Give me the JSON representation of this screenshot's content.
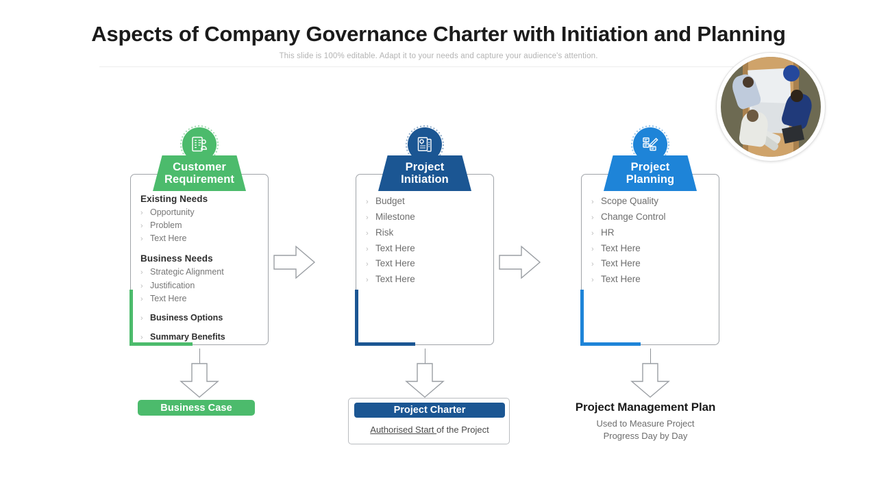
{
  "header": {
    "title": "Aspects of Company Governance Charter with Initiation and Planning",
    "subtitle": "This slide is 100% editable. Adapt it to your needs and capture your audience's attention."
  },
  "media": {
    "photo_name": "team-meeting-blueprints-photo"
  },
  "colors": {
    "green": "#4cbb6c",
    "navy": "#1b5693",
    "blue": "#1e84d8",
    "text_dark": "#2e2e2e",
    "text_muted": "#767676",
    "card_border": "#9fa3a8"
  },
  "columns": [
    {
      "key": "customer-requirement",
      "title": "Customer\nRequirement",
      "title_line1": "Customer",
      "title_line2": "Requirement",
      "accent": "#4cbb6c",
      "icon": "checklist-person-icon",
      "groups": [
        {
          "heading": "Existing Needs",
          "items": [
            "Opportunity",
            "Problem",
            "Text Here"
          ]
        },
        {
          "heading": "Business Needs",
          "items": [
            "Strategic Alignment",
            "Justification",
            "Text Here"
          ]
        }
      ],
      "extra_items": [
        "Business  Options",
        "Summary Benefits"
      ]
    },
    {
      "key": "project-initiation",
      "title_line1": "Project",
      "title_line2": "Initiation",
      "accent": "#1b5693",
      "icon": "document-gear-icon",
      "items": [
        "Budget",
        "Milestone",
        "Risk",
        "Text Here",
        "Text Here",
        "Text Here"
      ]
    },
    {
      "key": "project-planning",
      "title_line1": "Project",
      "title_line2": "Planning",
      "accent": "#1e84d8",
      "icon": "flowchart-pencil-icon",
      "items": [
        "Scope Quality",
        "Change Control",
        "HR",
        "Text Here",
        "Text Here",
        "Text Here"
      ]
    }
  ],
  "results": [
    {
      "key": "business-case",
      "label": "Business Case",
      "style": "pill-green"
    },
    {
      "key": "project-charter",
      "label": "Project Charter",
      "sub_underlined": "Authorised  Start ",
      "sub_rest": "of the Project",
      "style": "boxed-navy"
    },
    {
      "key": "project-management-plan",
      "label": "Project Management Plan",
      "sub_line1": "Used to Measure Project",
      "sub_line2": "Progress Day by Day",
      "style": "plain-text"
    }
  ],
  "chevron_glyph": "›"
}
